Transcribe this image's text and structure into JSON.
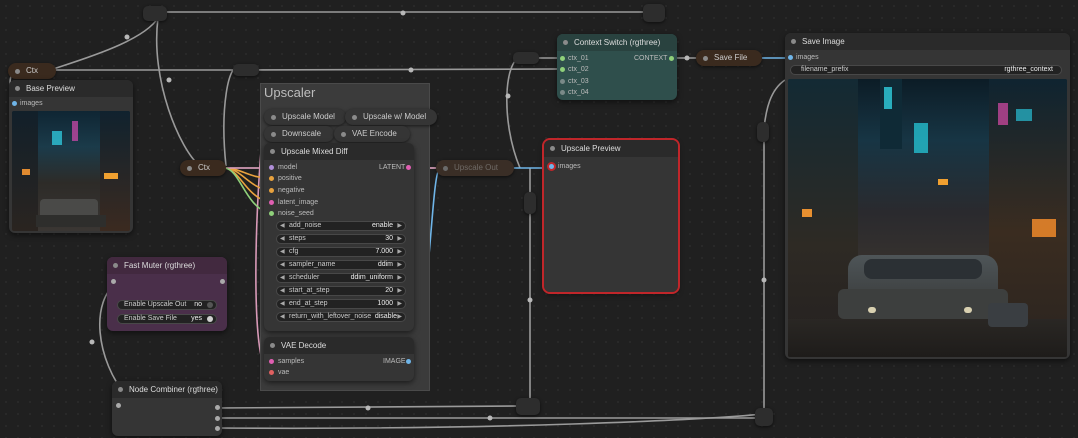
{
  "colors": {
    "link_gray": "#9a9a9a",
    "link_blue": "#6fb5e8",
    "link_pink": "#d99ab8",
    "link_orange": "#e8a23e",
    "context_node_bg": "#2f4f4c",
    "fast_muter_bg": "#4a2f4a",
    "selected_outline": "#c0262a",
    "collapsed_bg": "#3a2a1e"
  },
  "nodes": {
    "ctx_small": {
      "label": "Ctx"
    },
    "ctx_mid": {
      "label": "Ctx"
    },
    "base_preview": {
      "title": "Base Preview",
      "input": "images"
    },
    "upscaler_group": {
      "title": "Upscaler"
    },
    "upscale_model": {
      "label": "Upscale Model"
    },
    "upscale_w_model": {
      "label": "Upscale w/ Model"
    },
    "downscale": {
      "label": "Downscale"
    },
    "vae_encode": {
      "label": "VAE Encode"
    },
    "upscale_mixed_diff": {
      "title": "Upscale Mixed Diff",
      "inputs": [
        "model",
        "positive",
        "negative",
        "latent_image",
        "noise_seed"
      ],
      "output": "LATENT",
      "widgets": [
        {
          "label": "add_noise",
          "value": "enable"
        },
        {
          "label": "steps",
          "value": "30"
        },
        {
          "label": "cfg",
          "value": "7.000"
        },
        {
          "label": "sampler_name",
          "value": "ddim"
        },
        {
          "label": "scheduler",
          "value": "ddim_uniform"
        },
        {
          "label": "start_at_step",
          "value": "20"
        },
        {
          "label": "end_at_step",
          "value": "1000"
        },
        {
          "label": "return_with_leftover_noise",
          "value": "disable"
        }
      ]
    },
    "vae_decode": {
      "title": "VAE Decode",
      "inputs": [
        "samples",
        "vae"
      ],
      "output": "IMAGE"
    },
    "upscale_out": {
      "label": "Upscale Out"
    },
    "context_switch": {
      "title": "Context Switch (rgthree)",
      "inputs": [
        "ctx_01",
        "ctx_02",
        "ctx_03",
        "ctx_04"
      ],
      "output": "CONTEXT"
    },
    "save_file": {
      "label": "Save File"
    },
    "upscale_preview": {
      "title": "Upscale Preview",
      "input": "images"
    },
    "save_image": {
      "title": "Save Image",
      "input": "images",
      "widget_label": "filename_prefix",
      "widget_value": "rgthree_context"
    },
    "fast_muter": {
      "title": "Fast Muter (rgthree)",
      "toggles": [
        {
          "label": "Enable Upscale Out",
          "value": "no"
        },
        {
          "label": "Enable Save File",
          "value": "yes"
        }
      ]
    },
    "node_combiner": {
      "title": "Node Combiner (rgthree)"
    }
  }
}
